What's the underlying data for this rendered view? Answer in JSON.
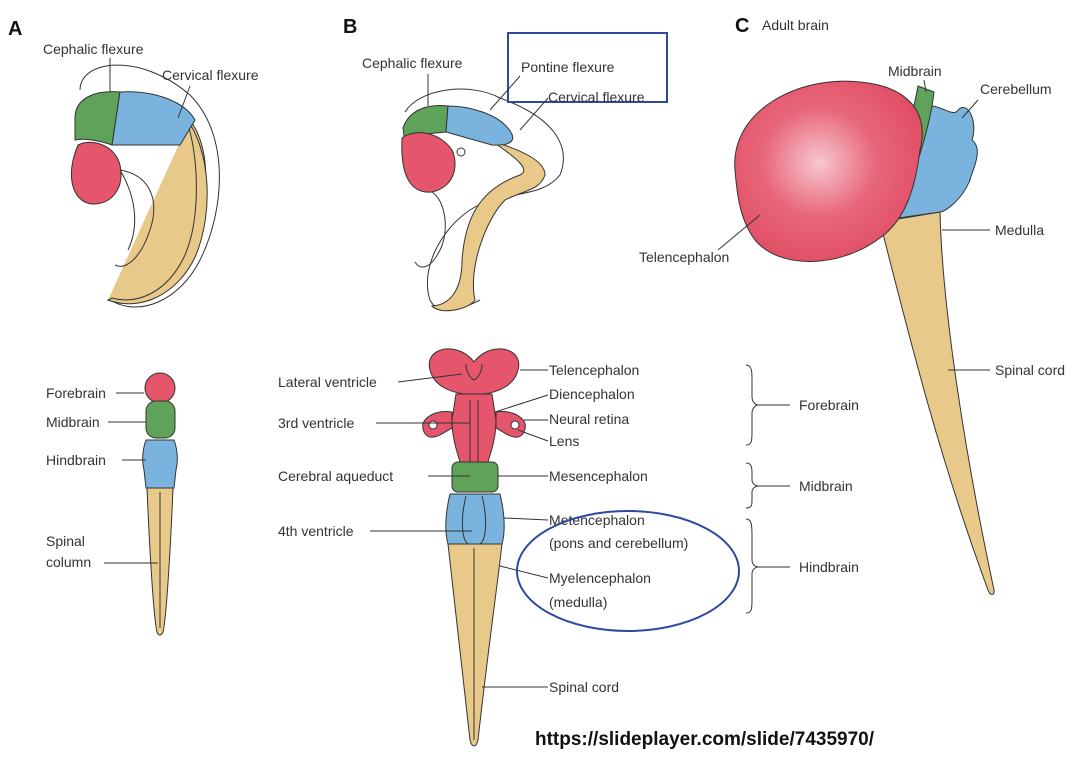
{
  "panels": {
    "a": "A",
    "b": "B",
    "c": "C"
  },
  "panel_a": {
    "cephalic_flexure": "Cephalic flexure",
    "cervical_flexure": "Cervical flexure",
    "forebrain": "Forebrain",
    "midbrain": "Midbrain",
    "hindbrain": "Hindbrain",
    "spinal_line1": "Spinal",
    "spinal_line2": "column"
  },
  "panel_b": {
    "cephalic_flexure": "Cephalic flexure",
    "pontine_flexure": "Pontine flexure",
    "cervical_flexure": "Cervical flexure",
    "lateral_ventricle": "Lateral ventricle",
    "third_ventricle": "3rd ventricle",
    "cerebral_aqueduct": "Cerebral aqueduct",
    "fourth_ventricle": "4th ventricle",
    "telencephalon": "Telencephalon",
    "diencephalon": "Diencephalon",
    "neural_retina": "Neural retina",
    "lens": "Lens",
    "mesencephalon": "Mesencephalon",
    "metencephalon": "Metencephalon",
    "metencephalon_note": "(pons and cerebellum)",
    "myelencephalon": "Myelencephalon",
    "myelencephalon_note": "(medulla)",
    "spinal_cord": "Spinal cord",
    "group_forebrain": "Forebrain",
    "group_midbrain": "Midbrain",
    "group_hindbrain": "Hindbrain"
  },
  "panel_c": {
    "title": "Adult brain",
    "midbrain": "Midbrain",
    "cerebellum": "Cerebellum",
    "medulla": "Medulla",
    "telencephalon": "Telencephalon",
    "spinal_cord": "Spinal cord"
  },
  "source_url": "https://slideplayer.com/slide/7435970/",
  "colors": {
    "forebrain": "#e5566c",
    "midbrain": "#5fa35a",
    "hindbrain": "#7ab3de",
    "spinal_cord": "#e9c98a",
    "highlight": "#2e4a9e"
  }
}
